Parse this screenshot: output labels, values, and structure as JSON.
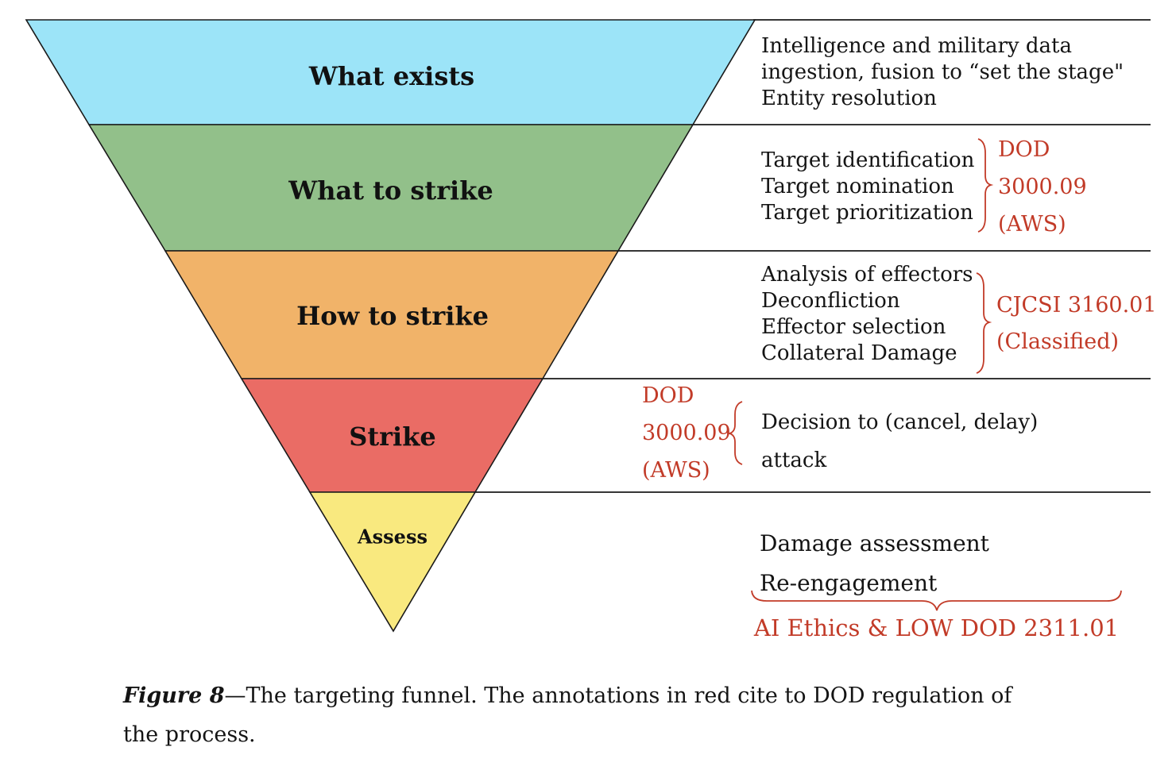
{
  "colors": {
    "accent-red": "#c23b28",
    "text-black": "#141414",
    "line-black": "#1a1a1a",
    "layer-blue": "#9ce4f8",
    "layer-green": "#92c08a",
    "layer-orange": "#f1b369",
    "layer-red": "#ea6c65",
    "layer-yellow": "#f9e97f"
  },
  "funnel": {
    "layers": [
      {
        "label": "What exists",
        "color": "#9ce4f8"
      },
      {
        "label": "What to strike",
        "color": "#92c08a"
      },
      {
        "label": "How to strike",
        "color": "#f1b369"
      },
      {
        "label": "Strike",
        "color": "#ea6c65"
      },
      {
        "label": "Assess",
        "color": "#f9e97f"
      }
    ]
  },
  "annotations": {
    "what_exists": {
      "lines": [
        "Intelligence and military data",
        "ingestion, fusion to “set the stage\"",
        "Entity resolution"
      ]
    },
    "what_to_strike": {
      "lines": [
        "Target identification",
        "Target nomination",
        "Target prioritization"
      ],
      "citation_lines": [
        "DOD",
        "3000.09",
        "(AWS)"
      ]
    },
    "how_to_strike": {
      "lines": [
        "Analysis of effectors",
        "Deconfliction",
        "Effector selection",
        "Collateral Damage"
      ],
      "citation_lines": [
        "CJCSI 3160.01",
        "(Classified)"
      ]
    },
    "strike": {
      "citation_lines": [
        "DOD",
        "3000.09",
        "(AWS)"
      ],
      "lines": [
        "Decision to (cancel, delay)",
        "attack"
      ]
    },
    "assess": {
      "lines": [
        "Damage assessment",
        "Re-engagement"
      ],
      "citation": "AI Ethics & LOW DOD 2311.01"
    }
  },
  "caption": {
    "label": "Figure 8",
    "line1_rest": "—The targeting funnel. The annotations in red cite to DOD regulation of",
    "line2": "the process."
  }
}
